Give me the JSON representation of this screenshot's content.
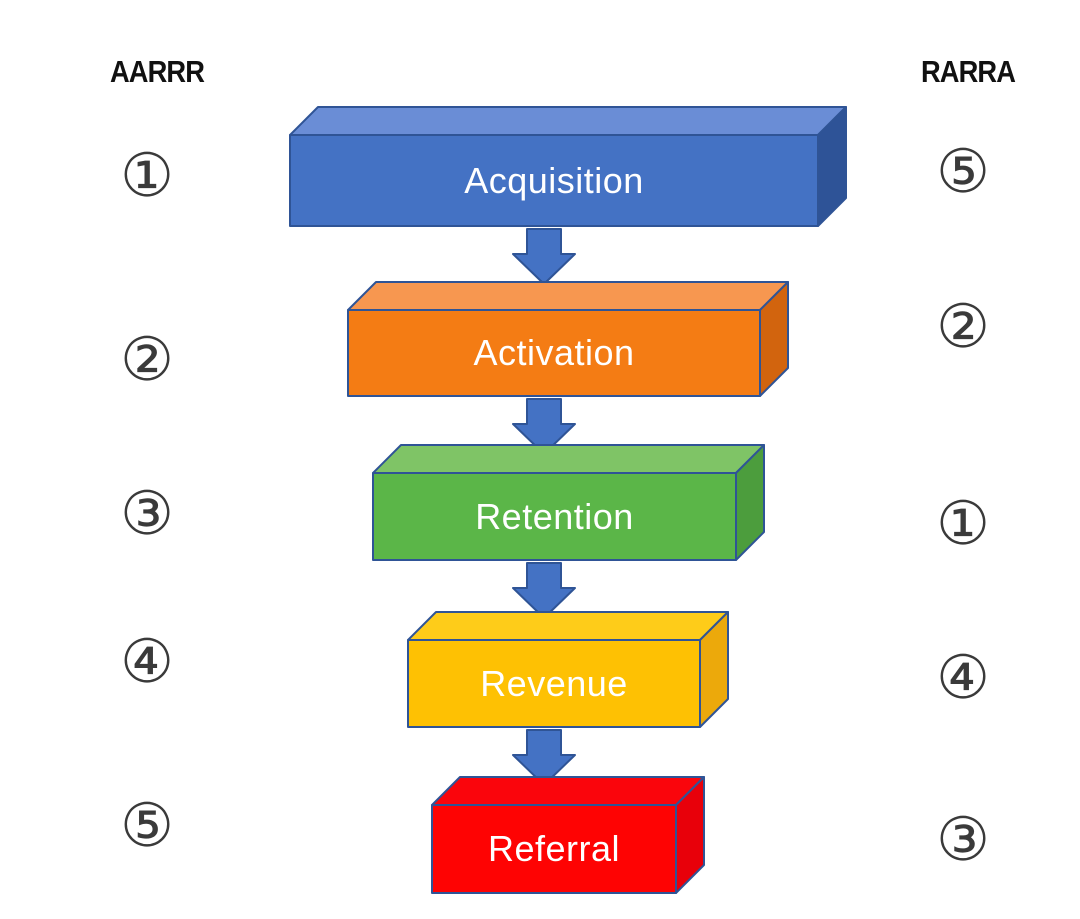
{
  "diagram": {
    "left_framework_title": "AARRR",
    "right_framework_title": "RARRA",
    "outline_color": "#2F5496",
    "arrow_color": "#4472C4",
    "number_color": "#3A3A3A",
    "stages": [
      {
        "label": "Acquisition",
        "front_color": "#4472C4",
        "top_color": "#6A8DD6",
        "side_color": "#2E5397",
        "aarrr_rank": "①",
        "rarra_rank": "⑤"
      },
      {
        "label": "Activation",
        "front_color": "#F47C14",
        "top_color": "#F79750",
        "side_color": "#D2640E",
        "aarrr_rank": "②",
        "rarra_rank": "②"
      },
      {
        "label": "Retention",
        "front_color": "#5BB648",
        "top_color": "#7FC466",
        "side_color": "#4C9D3D",
        "aarrr_rank": "③",
        "rarra_rank": "①"
      },
      {
        "label": "Revenue",
        "front_color": "#FEC103",
        "top_color": "#FECC19",
        "side_color": "#ECA90B",
        "aarrr_rank": "④",
        "rarra_rank": "④"
      },
      {
        "label": "Referral",
        "front_color": "#FE0303",
        "top_color": "#FA050C",
        "side_color": "#E8000A",
        "aarrr_rank": "⑤",
        "rarra_rank": "③"
      }
    ]
  }
}
